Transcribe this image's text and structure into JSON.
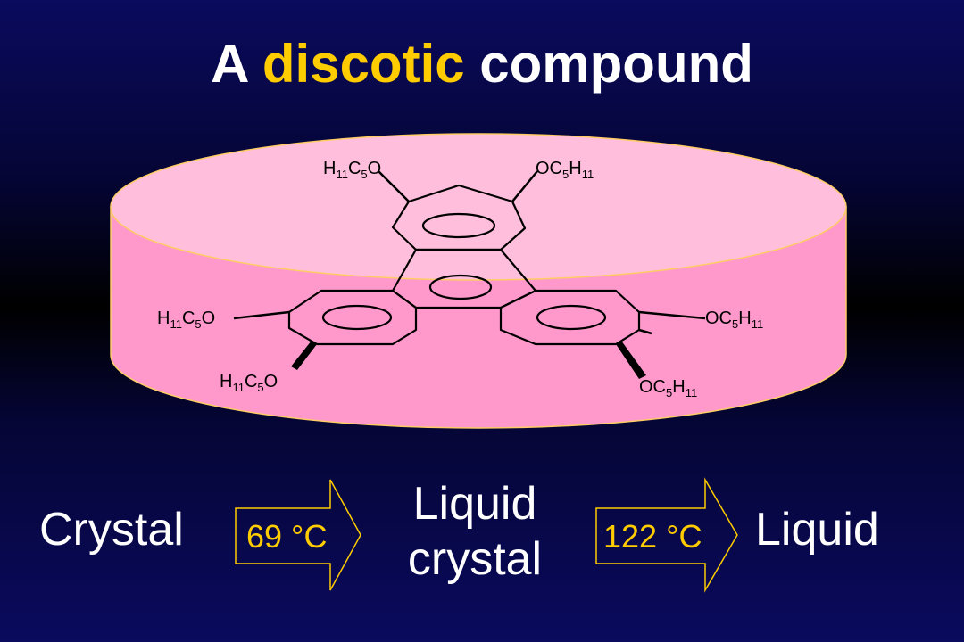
{
  "title": {
    "part1": "A ",
    "highlight": "discotic",
    "part2": " compound"
  },
  "molecule": {
    "substituents": [
      {
        "pre": "H",
        "sub1": "11",
        "mid": "C",
        "sub2": "5",
        "post": "O"
      },
      {
        "pre": "OC",
        "sub1": "5",
        "mid": "H",
        "sub2": "11",
        "post": ""
      },
      {
        "pre": "H",
        "sub1": "11",
        "mid": "C",
        "sub2": "5",
        "post": "O"
      },
      {
        "pre": "OC",
        "sub1": "5",
        "mid": "H",
        "sub2": "11",
        "post": ""
      },
      {
        "pre": "H",
        "sub1": "11",
        "mid": "C",
        "sub2": "5",
        "post": "O"
      },
      {
        "pre": "OC",
        "sub1": "5",
        "mid": "H",
        "sub2": "11",
        "post": ""
      }
    ]
  },
  "phases": {
    "crystal": "Crystal",
    "liquid_crystal_line1": "Liquid",
    "liquid_crystal_line2": "crystal",
    "liquid": "Liquid"
  },
  "transitions": {
    "t1": "69 °C",
    "t2": "122 °C"
  },
  "colors": {
    "highlight": "#ffcc00",
    "disc_top": "#ffbfdc",
    "disc_side": "#ff99cc",
    "disc_outline": "#ffcc66",
    "arrow_outline": "#ffcc00"
  }
}
